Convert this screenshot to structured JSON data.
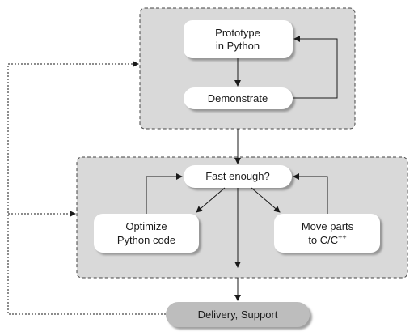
{
  "diagram": {
    "nodes": {
      "prototype": {
        "line1": "Prototype",
        "line2": "in Python"
      },
      "demonstrate": {
        "label": "Demonstrate"
      },
      "fast_enough": {
        "label": "Fast enough?"
      },
      "optimize": {
        "line1": "Optimize",
        "line2": "Python code"
      },
      "move_parts": {
        "line1": "Move parts",
        "line2_base": "to C/C",
        "line2_sup": "++"
      },
      "delivery": {
        "label": "Delivery, Support"
      }
    }
  }
}
